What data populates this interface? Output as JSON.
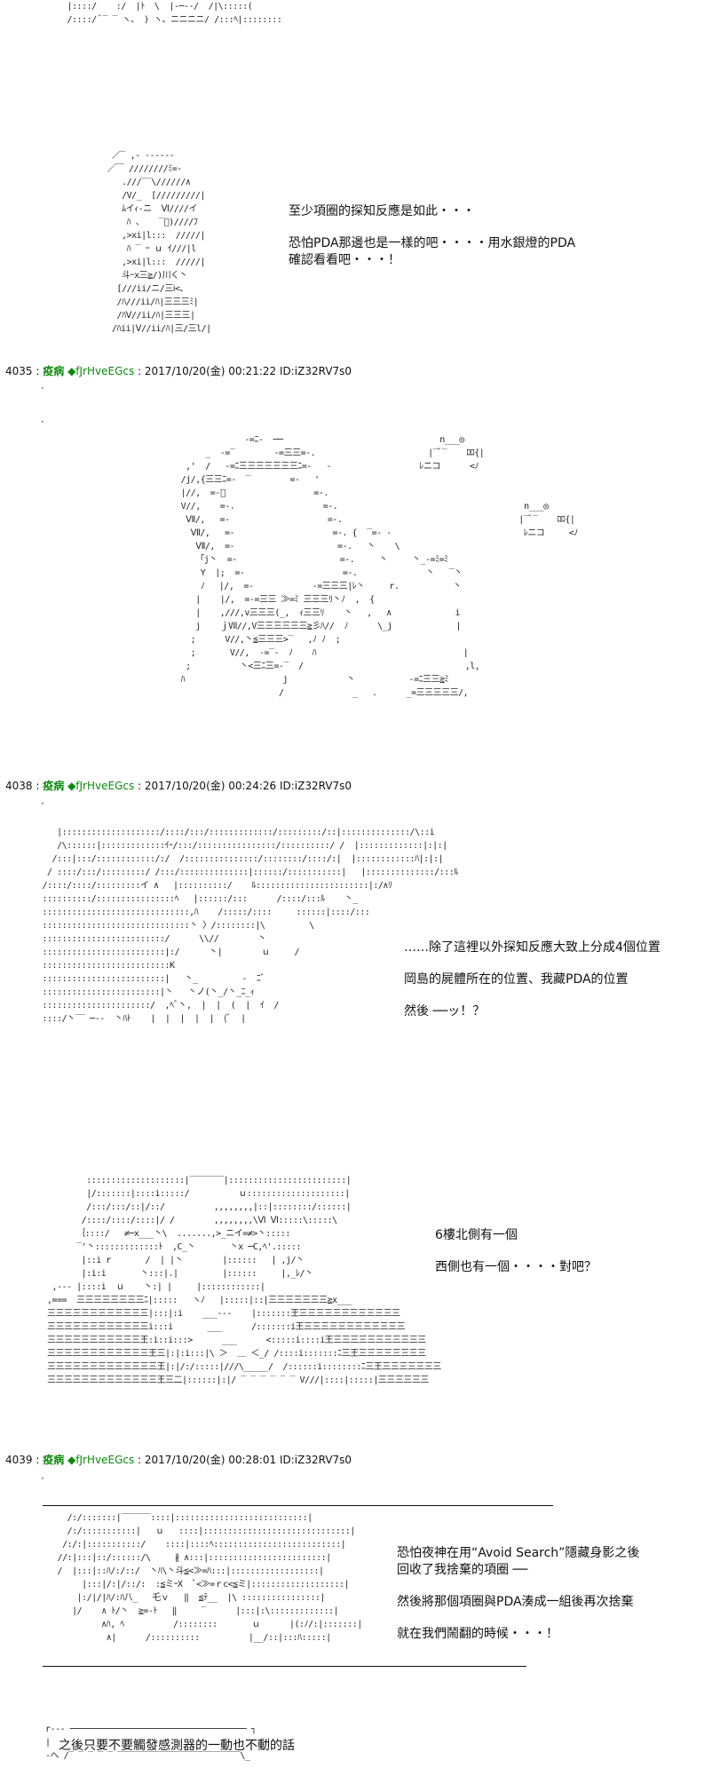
{
  "posts": [
    {
      "number": "4035",
      "name": "疫病",
      "trip": "◆fJrHveEGcs",
      "date": "2017/10/20(金) 00:21:22",
      "id": "ID:iZ32RV7s0"
    },
    {
      "number": "4038",
      "name": "疫病",
      "trip": "◆fJrHveEGcs",
      "date": "2017/10/20(金) 00:24:26",
      "id": "ID:iZ32RV7s0"
    },
    {
      "number": "4039",
      "name": "疫病",
      "trip": "◆fJrHveEGcs",
      "date": "2017/10/20(金) 00:28:01",
      "id": "ID:iZ32RV7s0"
    }
  ],
  "header_separator": " : ",
  "dialogue": {
    "block1": [
      "至少項圈的探知反應是如此・・・",
      "恐怕PDA那邊也是一樣的吧・・・・用水銀燈的PDA",
      "確認看看吧・・・！"
    ],
    "block2": [
      "……除了這裡以外探知反應大致上分成4個位置",
      "岡島的屍體所在的位置、我藏PDA的位置",
      "然後 ──ッ！？"
    ],
    "block3": [
      "6樓北側有一個",
      "西側也有一個・・・・對吧？"
    ],
    "block4": [
      "恐怕夜神在用“Avoid Search”隱藏身影之後",
      "回收了我捨棄的項圈 ──",
      "然後將那個項圈與PDA湊成一組後再次捨棄",
      "就在我們鬧翻的時候・・・！"
    ],
    "block5": [
      "之後只要不要觸發感測器的一動也不動的話"
    ]
  },
  "ascii_art": {
    "top_fragment": " |::::/    :/  |ﾄ  \\  |-─-‐/  /|\\:::::(\n /::::/ ﾞ‾ ‾ ヽ、 ) ヽ、ニニニニ/ /:::ﾍ|::::::::",
    "figure1": "  ／‾ ,- ------\n ／￣ ////////ﾐ=-\n    .///‾‾\\//////∧\n    /V/_  [/////////|\n    ﾑイｨ-ニ  Ⅵ////イ\n     ﾊ 、   ‾ﾞ)////ﾌ\n    ,>xi|l:::  /////|\n     ﾊ ‾ ｰ ｕ ｲ///|l\n    ,>xi|l:::  /////|\n    斗ｰx三≧/)川く丶\n   [///ii/ニ/三ⅰ<、\n   /ﾊ///ii/ﾊ|三三三ﾐ|\n   /ﾊⅤ//ii/ﾊ|三三三|\n  /ﾊii|Ⅴ//ii/ﾊ|三/三l/|",
    "scene2": "                    -=ﾆ-  ──                                n___◎\n            _  -=‾        -=三三=-.                       |‾ﾞ‾    ﾛﾛ{|\n        ,'  /   -=ﾆ三三三三三三三ﾆ=-   ‐                  ﾚニコ      <ﾉ\n       /j/,{三三ﾆ=-  ‾        =-   '\n       |//,  =-ﾞ                  =-.\n       V//,    =-.                  =-.                                      n___◎\n        Ⅶ/,   =-                    =-.                                    |‾ﾞ‾    ﾛﾛ{|\n         Ⅶ/,   =-                    =-. {  ‾=- ‐                           ﾚニコ     <ﾉ\n          Ⅶ/,  =-                     =-.   丶    \\\n          「j丶  =-                     =-.     丶     丶_-=ﾐ=ﾐ\n           Y  |;  =-                    =-.              丶   ‾丶\n           ﾉ   |/,  =-            -=三三三|ﾚ丶     r.           丶\n          |    |/,  =-=三三 ≫=ﾐ 三三三ﾘ丶ﾉ  ,  {\n          |    ,///,v三三三(_,  ｨ三三ﾘ    丶   ,   ∧             i\n          j    ｊⅦ//,V三三三三三三≧彡ﾊ//  ﾉ      \\_j             |\n         ;      V//,丶≦三三三>‾   ,ﾉ ﾉ  ;\n         ;       V//,  ‐=‾‐  ﾉ    ﾊ                              |\n        ;          丶<三ﾆ三=-‾  /                                 ,l,\n       ﾊ                    j            丶           -=ﾆ三三≧ﾐ\n                           /              _   .      _=三三三三三/,",
    "scene3": "    |::::::::::::::::::::/::::/:::/:::::::::::::/:::::::::/::|::::::::::::::/\\::i\n    /\\::::::|:::::::::::::ｲｰ/:::/::::::::::::::::/::::::::::/ /  |:::::::::::::|:|:|\n   /:::|:::/::::::::::::/:/  /:::::::::::::::/::::::::/::::/:|  |::::::::::::ﾊ|:|:|\n  / ::::/:::/:::::::::/ /:::/::::::::::::::|::::::/:::::::::::|   |::::::::::::::/:::ﾙ\n /::::/::::/:::::::::イ ∧   |::::::::::/    ﾙ:::::::::::::::::::::::|:/∧ﾘ\n ::::::::::/::::::::::::::::ﾍ   |::::::/:::      /::::/:::ﾙ    丶_\n ::::::::::::::::::::::::::::::,ﾊ    /:::::/::::     ::::::|::::/:::\n ::::::::::::::::::::::::::::::丶 〉/::::::::|\\         \\\n :::::::::::::::::::::::::/      \\\\//        丶\n :::::::::::::::::::::::::|:/      丶|        ｕ     /\n ::::::::::::::::::::::::::K\n :::::::::::::::::::::::::|   丶_         -  ﾆ゛\n ::::::::::::::::::::::::|丶   丶ノ(丶_/丶_ﾆ_ｨ\n ::::::::::::::::::::::/  ,ﾍﾞ丶,  |  |  (  |  ｲ  /\n ::::/丶‾‾ ─--  丶ﾊﾄ    |  |  |  |  |  (ﾞ  |",
    "scene4": "          ::::::::::::::::::::|‾‾‾‾‾‾‾|::::::::::::::::::::::::|\n          |/:::::::|::::i:::::/          ｕ::::::::::::::::::::|\n          /:::/:::/::|/::/          ,,,,,,,,|::|::::::::/::::::|\n         /::::/::::/::::|/ /        ,,,,,,,,\\Ⅵ Ⅵ:::::\\:::::\\\n        ｛::::/   ≠─x___丶\\  .......,>_ニイ=≠>丶:::::\n        ‾'丶:::::::::::::ﾄ  ,C_丶       丶x ─C,ﾍ'.:::::\n         |::i r       /  | |丶        |::::::   | ,j/丶\n         |:i:i       丶:::|.|         |::::::     |,_ﾚ/丶\n   ,--- |::::i  ｕ    丶:| |     |::::::::::::|\n  ,===  三三三三三三三三ﾆ|:::::   ヽﾉ   |:::::|::|三三三三三三三≧x___\n  三三三三三三三三三三三三|:::|:i    ___---    |:::::::王三三三三三三三三三三三三\n  三三三三三三三三三三三三i:::i       ___      /:::::::i王三三三三三三三三三三三三\n  三三三三三三三三三三三王:i::i:::>      ___      <:::::i::::i王三三三三三三三三三三三\n  三三三三三三三三三三三三王三|:|:i:::|\\ ＞  ＿ ＜_/ /::::i:::::::ﾆ三王三三三三三三三三\n  三三三三三三三三三三三三三王|:|/:/:::::|///\\_____/  /::::::i::::::::ﾆ三王三三三三三三三\n  三三三三三三三三三三三三三王三二|::::::|:|/ ‾ ‾ ‾ ‾ ‾ ‾ V///|::::|:::::|三三三三三三",
    "scene5": "     /:/:::::::|‾‾‾‾‾‾::::|:::::::::::::::::::::::::::|\n     /:/:::::::::::|   ｕ   ::::|::::::::::::::::::::::::::::::|\n    /:/:|:::::::::::/    ::::|::::ﾍ::::::::::::::::::::::::::|\n   //:|:::|::/::::::/\\     ∦ ∧:::|::::::::::::::::::::::::|\n   /  |:::|::ﾊ/:/::/  丶ﾊ\\丶斗≦<≫=ﾊ:::|::::::::::::::::::|\n        |:::|/:|/::/:  :≦ミｰX  ﾞ<≫=ｒc<≦ミ|:::::::::::::::::::|\n       |:/|/|ﾊ/:ﾊ八_   乇ｖ   ‖  ≦ﾃ__  |\\ ::::::::::::::::|\n      |/    ∧ ﾄ/丶  ≧=-ﾄ   ‖     ‾      |:::|:\\:::::::::::::|\n            ∧ﾊ, ﾍ          /::::::::       ｕ      |(:ﾉ/:|:::::::|\n             ∧|      /::::::::::          |__/::|:::ﾊ:::::|",
    "bubble": "  r‐-- ──────────────────────────────────── ┐\n  |                                            |\n  ‐へ /‾ ‾ ‾ ‾ ‾ ‾‾‾‾‾‾‾‾‾‾‾‾‾‾‾‾‾‾‾‾‾‾‾‾‾\\_"
  }
}
